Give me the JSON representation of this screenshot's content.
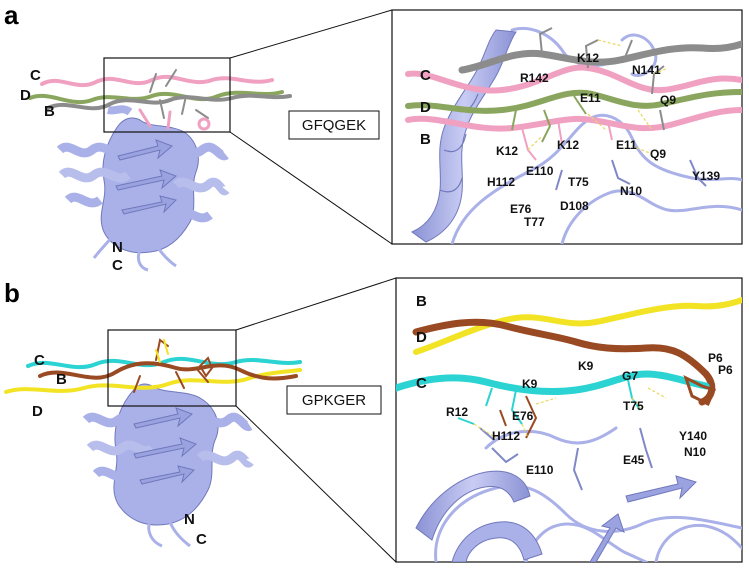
{
  "colors": {
    "protein": "#aab1e8",
    "protein_dark": "#8088c8",
    "chain_pink": "#f0a0c0",
    "chain_grey": "#8c8c8c",
    "chain_green": "#8aa65e",
    "chain_cyan": "#2cd3d3",
    "chain_brown": "#9a4a22",
    "chain_yellow": "#f2e324",
    "hbond": "#f0e060"
  },
  "panel_a": {
    "letter": "a",
    "sequence": "GFQGEK",
    "overview_labels": {
      "c": "C",
      "d": "D",
      "b": "B",
      "n_term": "N",
      "c_term": "C"
    },
    "zoom_chain_labels": {
      "c": "C",
      "d": "D",
      "b": "B"
    },
    "residues": [
      "K12",
      "N141",
      "R142",
      "E11",
      "Q9",
      "K12",
      "K12",
      "E11",
      "Q9",
      "H112",
      "E110",
      "T75",
      "N10",
      "Y139",
      "E76",
      "T77",
      "D108"
    ]
  },
  "panel_b": {
    "letter": "b",
    "sequence": "GPKGER",
    "overview_labels": {
      "c": "C",
      "b": "B",
      "d": "D",
      "n_term": "N",
      "c_term": "C"
    },
    "zoom_chain_labels": {
      "b": "B",
      "d": "D",
      "c": "C"
    },
    "residues": [
      "K9",
      "P6",
      "G7",
      "K9",
      "P6",
      "R12",
      "E76",
      "T75",
      "H112",
      "Y140",
      "E110",
      "E45",
      "N10"
    ]
  }
}
